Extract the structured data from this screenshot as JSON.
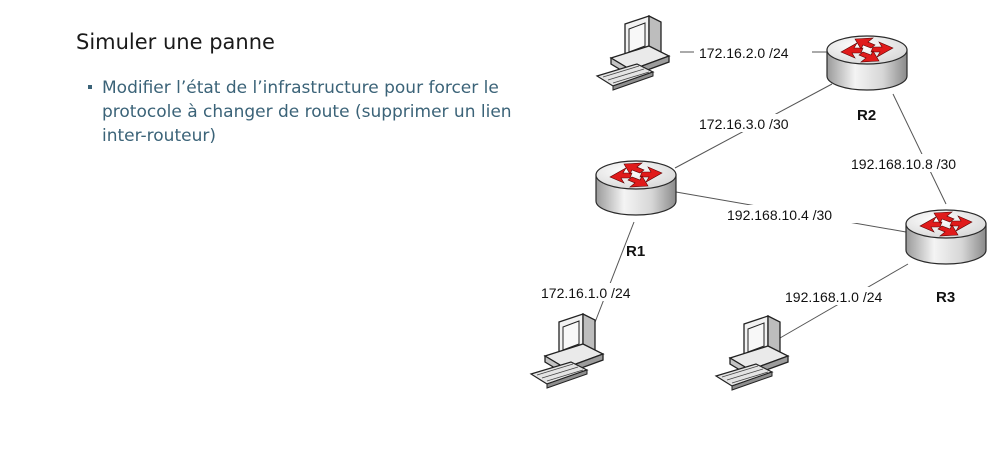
{
  "slide": {
    "title": "Simuler une panne",
    "bullets": [
      "Modifier l’état de l’infrastructure pour forcer le protocole à changer de route (supprimer un lien inter-routeur)"
    ]
  },
  "diagram": {
    "routers": {
      "r1": "R1",
      "r2": "R2",
      "r3": "R3"
    },
    "links": {
      "pc_top_r2": "172.16.2.0 /24",
      "r1_r2": "172.16.3.0 /30",
      "r2_r3": "192.168.10.8 /30",
      "r1_r3": "192.168.10.4 /30",
      "r1_pc": "172.16.1.0 /24",
      "r3_pc": "192.168.1.0 /24"
    },
    "colors": {
      "arrow": "#e01b1b",
      "bullet_text": "#3b6378"
    }
  }
}
